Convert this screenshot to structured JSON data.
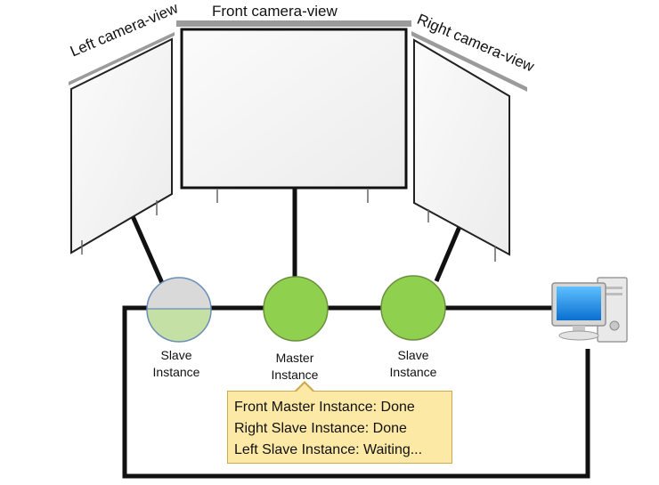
{
  "cameras": {
    "front": "Front camera-view",
    "left": "Left camera-view",
    "right": "Right camera-view"
  },
  "nodes": {
    "left": {
      "line1": "Slave",
      "line2": "Instance",
      "state": "waiting"
    },
    "center": {
      "line1": "Master",
      "line2": "Instance",
      "state": "done"
    },
    "right": {
      "line1": "Slave",
      "line2": "Instance",
      "state": "done"
    }
  },
  "status": {
    "lines": [
      "Front Master Instance: Done",
      "Right Slave Instance: Done",
      "Left Slave Instance: Waiting..."
    ]
  },
  "colors": {
    "done": "#8fd14f",
    "waiting_top": "#d9d9d9",
    "waiting_bottom": "#c5e0a5",
    "status_bg": "#fde9a6"
  }
}
